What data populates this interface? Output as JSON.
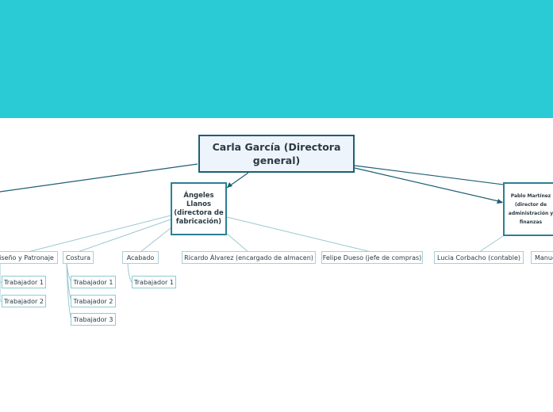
{
  "colors": {
    "banner": "#2acbd4",
    "connector": "#1e5f74",
    "branch_line": "#9cc8cf"
  },
  "root": {
    "label": "Carla García (Directora general)"
  },
  "managers": {
    "angeles": "Ángeles Llanos (directora de fabricación)",
    "pablo": "Pablo Martínez (director de administración y finanzas"
  },
  "departments": {
    "diseno": "iseño y Patronaje",
    "costura": "Costura",
    "acabado": "Acabado",
    "ricardo": "Ricardo Álvarez (encargado de almacen)",
    "felipe": "Felipe Dueso (jefe de compras)",
    "lucia": "Lucia Corbacho (contable)",
    "manuel": "Manue"
  },
  "workers": {
    "diseno": [
      "Trabajador 1",
      "Trabajador 2"
    ],
    "costura": [
      "Trabajador 1",
      "Trabajador 2",
      "Trabajador 3"
    ],
    "acabado": [
      "Trabajador 1"
    ]
  }
}
